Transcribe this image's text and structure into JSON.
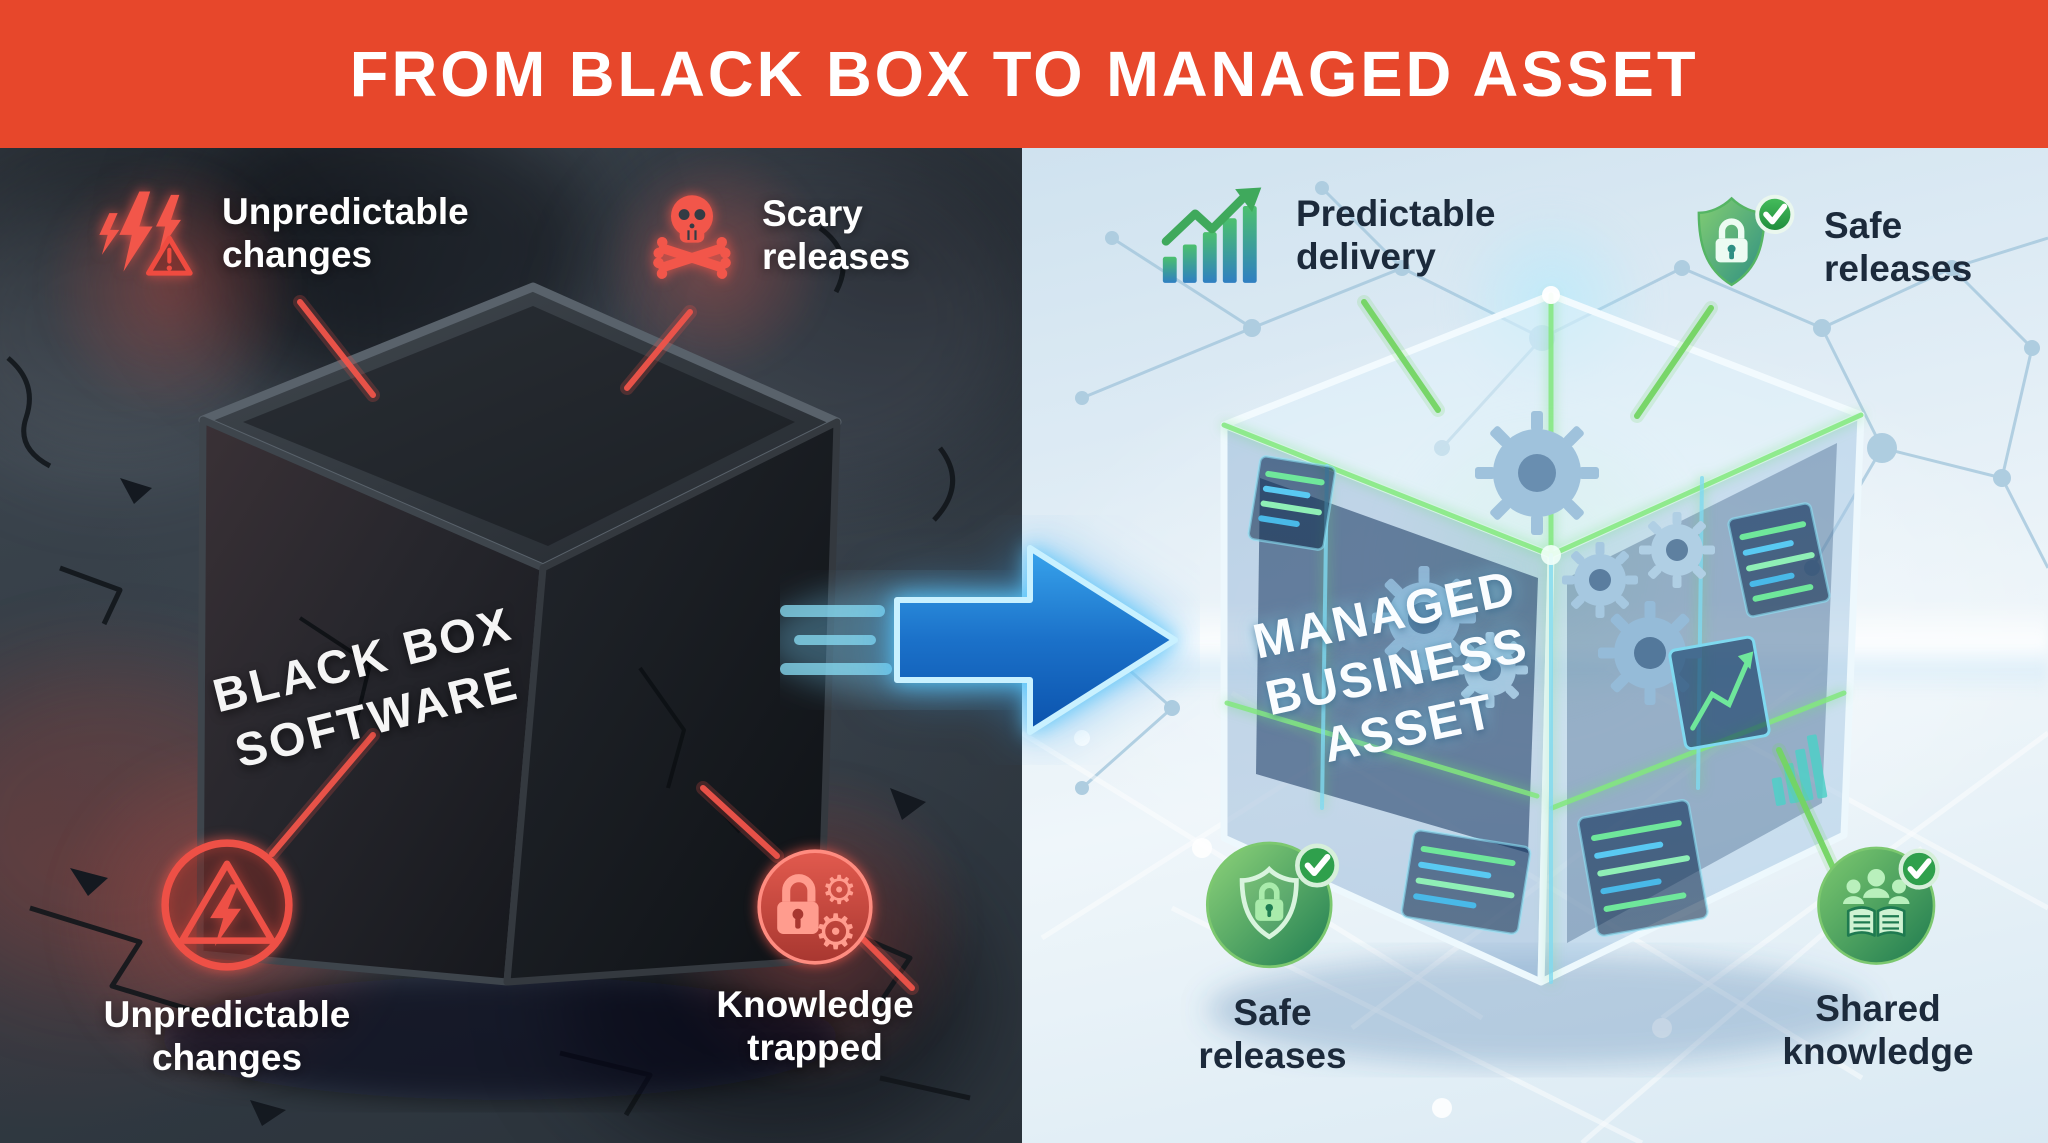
{
  "banner": {
    "title": "FROM BLACK BOX TO MANAGED ASSET",
    "background_color": "#E7472B",
    "text_color": "#FFFFFF"
  },
  "left_panel": {
    "theme": "dark",
    "accent_color": "#F0544A",
    "cube_label": "BLACK BOX\nSOFTWARE",
    "callouts": {
      "top_left": {
        "icon": "storm-warning-icon",
        "label": "Unpredictable\nchanges"
      },
      "top_right": {
        "icon": "skull-crossbones-icon",
        "label": "Scary\nreleases"
      },
      "bottom_left": {
        "icon": "hazard-circle-icon",
        "label": "Unpredictable\nchanges"
      },
      "bottom_right": {
        "icon": "lock-gears-icon",
        "label": "Knowledge\ntrapped"
      }
    }
  },
  "right_panel": {
    "theme": "light",
    "accent_color": "#2FA04C",
    "cube_label": "MANAGED\nBUSINESS\nASSET",
    "callouts": {
      "top_left": {
        "icon": "growth-chart-icon",
        "label": "Predictable\ndelivery"
      },
      "top_right": {
        "icon": "shield-lock-check-icon",
        "label": "Safe\nreleases"
      },
      "bottom_left": {
        "icon": "shield-circle-check-icon",
        "label": "Safe\nreleases"
      },
      "bottom_right": {
        "icon": "team-book-check-icon",
        "label": "Shared\nknowledge"
      }
    }
  },
  "arrow": {
    "direction": "right",
    "fill_color": "#1668C4",
    "glow_color": "#59C8F2"
  }
}
